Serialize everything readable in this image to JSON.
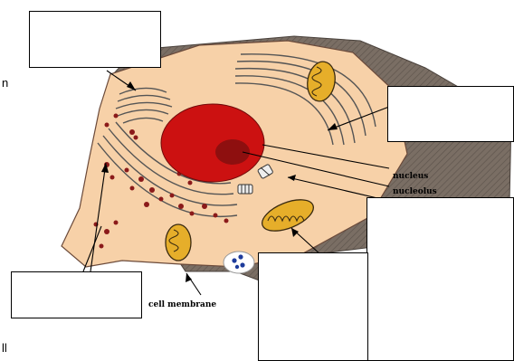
{
  "labels": {
    "nucleus": "nucleus",
    "nucleolus": "nucleolus",
    "cell_membrane": "cell membrane"
  },
  "fragments": {
    "left_top": "n",
    "left_bottom": "ll"
  },
  "colors": {
    "cytoplasm": "#F7D1A8",
    "cell_wall": "#7A6E64",
    "nucleus": "#CC1111",
    "nucleolus": "#8E0F0F",
    "mitochondria": "#E6AE2A",
    "ribosomes": "#8B1A1A",
    "vacuole": "#1E3C9C"
  },
  "answer_boxes": [
    {
      "id": "box-top-left"
    },
    {
      "id": "box-right-upper"
    },
    {
      "id": "box-right-lower"
    },
    {
      "id": "box-bottom-middle"
    },
    {
      "id": "box-bottom-left"
    }
  ]
}
